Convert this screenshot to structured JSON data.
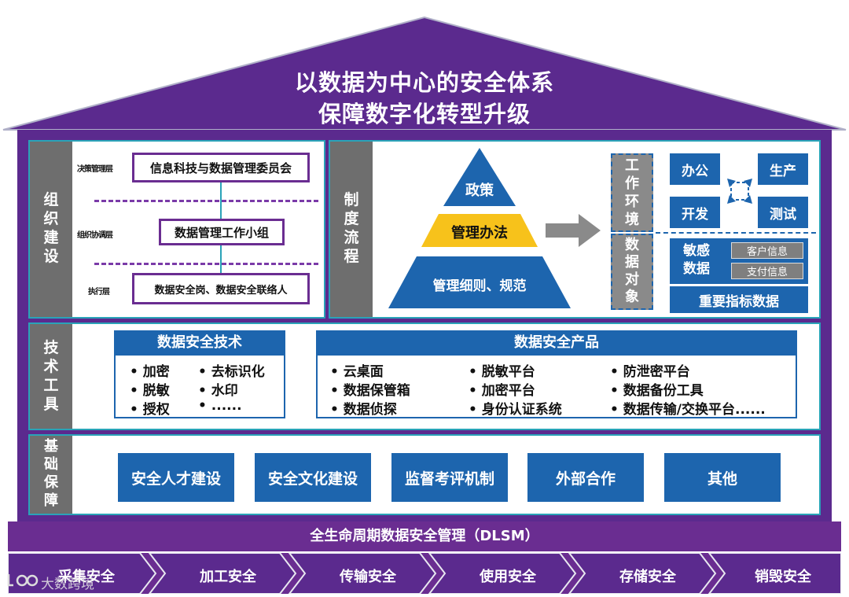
{
  "roof": {
    "title_line1": "以数据为中心的安全体系",
    "title_line2": "保障数字化转型升级"
  },
  "org": {
    "label": [
      "组",
      "织",
      "建",
      "设"
    ],
    "levels": {
      "decision": "决策管理层",
      "coordination": "组织协调层",
      "execution": "执行层"
    },
    "boxes": {
      "committee": "信息科技与数据管理委员会",
      "working_group": "数据管理工作小组",
      "officers": "数据安全岗、数据安全联络人"
    }
  },
  "process": {
    "label": [
      "制",
      "度",
      "流",
      "程"
    ],
    "pyramid": {
      "top": "政策",
      "middle": "管理办法",
      "bottom": "管理细则、规范"
    },
    "work_env_label": [
      "工",
      "作",
      "环",
      "境"
    ],
    "data_obj_label": [
      "数",
      "据",
      "对",
      "象"
    ],
    "env": {
      "office": "办公",
      "production": "生产",
      "development": "开发",
      "testing": "测试"
    },
    "sensitive": {
      "label_line1": "敏感",
      "label_line2": "数据",
      "customer_info": "客户信息",
      "payment_info": "支付信息"
    },
    "key_indicators": "重要指标数据"
  },
  "tech": {
    "label": [
      "技",
      "术",
      "工",
      "具"
    ],
    "tech_header": "数据安全技术",
    "tech_items": [
      [
        "• 加密",
        "• 去标识化"
      ],
      [
        "• 脱敏",
        "• 水印"
      ],
      [
        "• 授权",
        "• ......"
      ]
    ],
    "product_header": "数据安全产品",
    "product_items": [
      [
        "• 云桌面",
        "• 脱敏平台",
        "• 防泄密平台"
      ],
      [
        "• 数据保管箱",
        "• 加密平台",
        "• 数据备份工具"
      ],
      [
        "• 数据侦探",
        "• 身份认证系统",
        "• 数据传输/交换平台......"
      ]
    ]
  },
  "foundation": {
    "label": [
      "基",
      "础",
      "保",
      "障"
    ],
    "items": [
      "安全人才建设",
      "安全文化建设",
      "监督考评机制",
      "外部合作",
      "其他"
    ]
  },
  "dlsm": {
    "title": "全生命周期数据安全管理（DLSM）",
    "stages": [
      "采集安全",
      "加工安全",
      "传输安全",
      "使用安全",
      "存储安全",
      "销毁安全"
    ]
  },
  "watermark": "大数跨境",
  "colors": {
    "purple": "#5b2a8e",
    "purple_light": "#6a2d91",
    "blue": "#1d65ae",
    "teal_border": "#2aa3b8",
    "gray": "#7f7f7f",
    "arrow_gray": "#8a8a8a",
    "highlight_yellow": "#f7c21b"
  }
}
